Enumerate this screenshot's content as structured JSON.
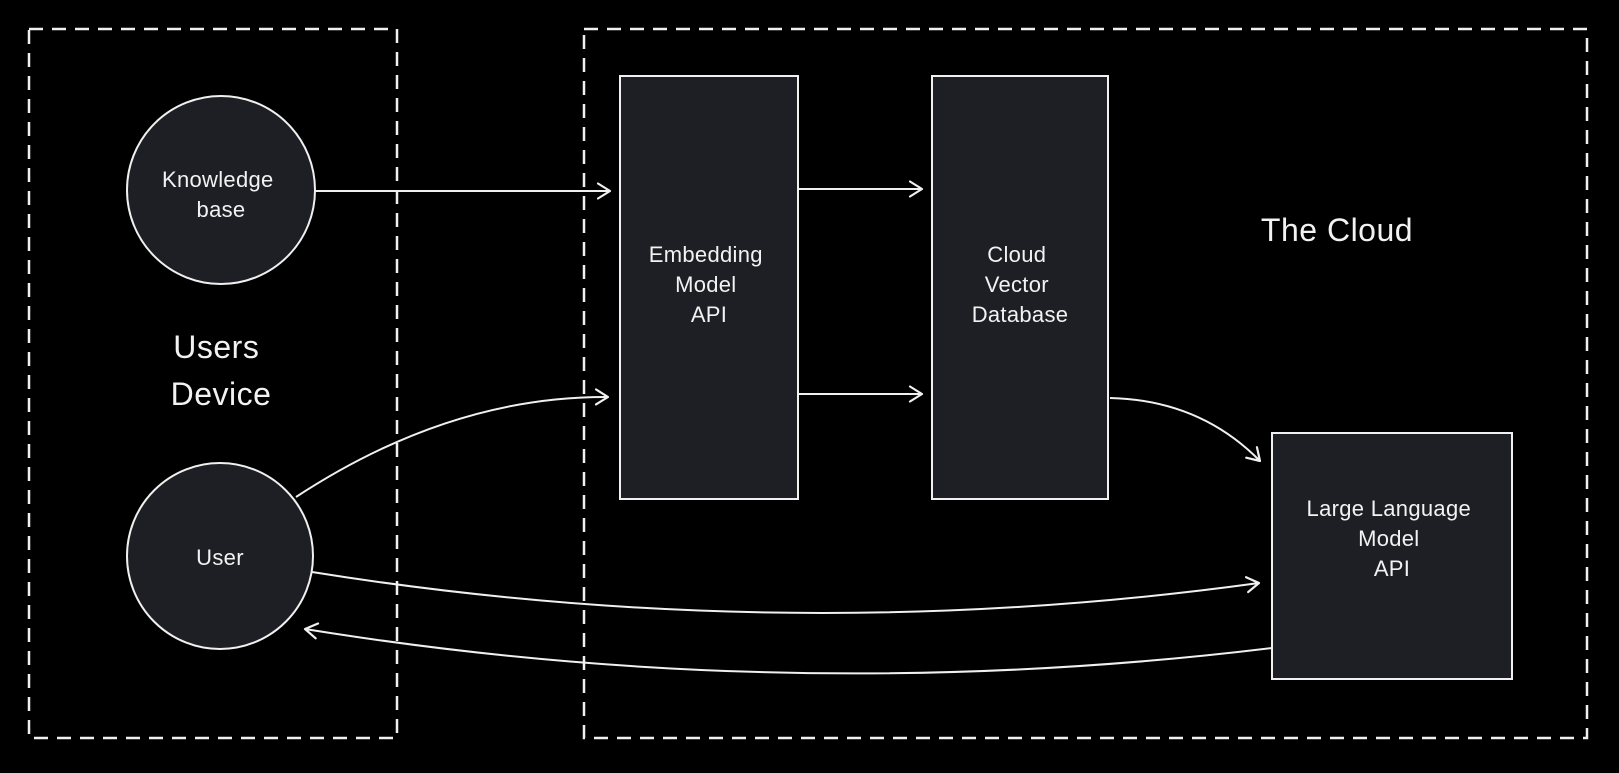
{
  "theme": {
    "background": "#000000",
    "stroke": "#f0f0f0",
    "node_fill": "#1d1f24",
    "text_color": "#f2f2f2"
  },
  "regions": {
    "users_device": {
      "label_lines": [
        "Users",
        "Device"
      ]
    },
    "the_cloud": {
      "label": "The Cloud"
    }
  },
  "nodes": {
    "knowledge_base": {
      "shape": "circle",
      "label_lines": [
        "Knowledge",
        "base"
      ]
    },
    "user": {
      "shape": "circle",
      "label_lines": [
        "User"
      ]
    },
    "embedding_model_api": {
      "shape": "rectangle",
      "label_lines": [
        "Embedding",
        "Model",
        "API"
      ]
    },
    "cloud_vector_database": {
      "shape": "rectangle",
      "label_lines": [
        "Cloud",
        "Vector",
        "Database"
      ]
    },
    "large_language_model_api": {
      "shape": "rectangle",
      "label_lines": [
        "Large Language",
        "Model",
        "API"
      ]
    }
  },
  "edges": [
    {
      "from": "knowledge_base",
      "to": "embedding_model_api",
      "style": "straight-arrow"
    },
    {
      "from": "user",
      "to": "embedding_model_api",
      "style": "curved-arrow"
    },
    {
      "from": "embedding_model_api",
      "to": "cloud_vector_database",
      "style": "straight-arrow",
      "position": "upper"
    },
    {
      "from": "embedding_model_api",
      "to": "cloud_vector_database",
      "style": "straight-arrow",
      "position": "lower"
    },
    {
      "from": "cloud_vector_database",
      "to": "large_language_model_api",
      "style": "curved-arrow"
    },
    {
      "from": "user",
      "to": "large_language_model_api",
      "style": "curved-arrow"
    },
    {
      "from": "large_language_model_api",
      "to": "user",
      "style": "curved-arrow"
    }
  ]
}
